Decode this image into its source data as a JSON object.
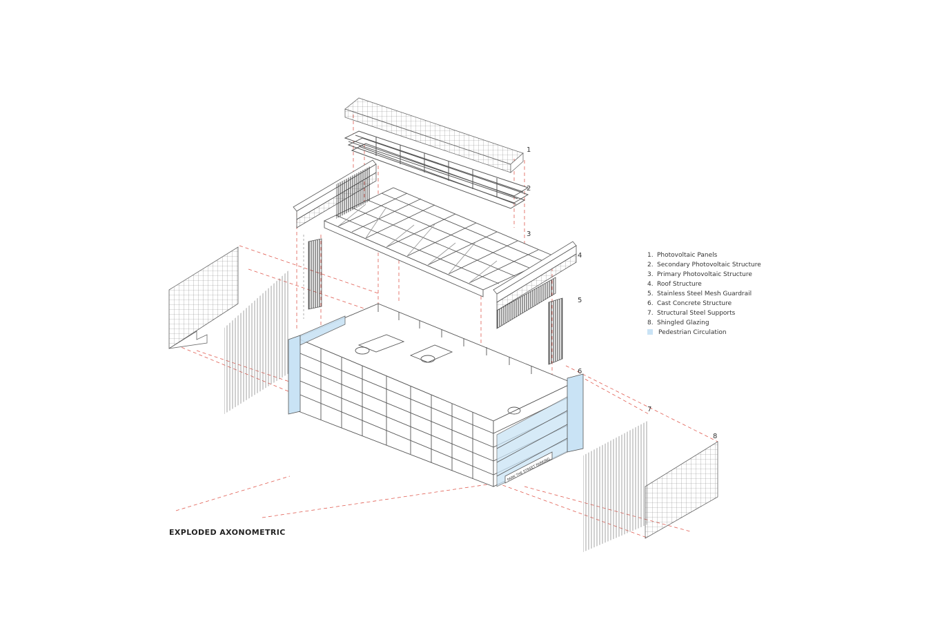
{
  "title": "EXPLODED AXONOMETRIC",
  "callouts": [
    "1",
    "2",
    "3",
    "4",
    "5",
    "6",
    "7",
    "8"
  ],
  "legend": [
    {
      "num": "1.",
      "label": "Photovoltaic Panels"
    },
    {
      "num": "2.",
      "label": "Secondary Photovoltaic Structure"
    },
    {
      "num": "3.",
      "label": "Primary Photovoltaic Structure"
    },
    {
      "num": "4.",
      "label": "Roof Structure"
    },
    {
      "num": "5.",
      "label": "Stainless Steel Mesh Guardrail"
    },
    {
      "num": "6.",
      "label": "Cast Concrete Structure"
    },
    {
      "num": "7.",
      "label": "Structural Steel Supports"
    },
    {
      "num": "8.",
      "label": "Shingled Glazing"
    },
    {
      "num": "",
      "label": "Pedestrian Circulation",
      "swatch": true
    }
  ],
  "signage": "PARK THE STREET PARKING",
  "colors": {
    "linework": "#555555",
    "light_linework": "#9a9a9a",
    "exploded_guides": "#e05a4f",
    "pedestrian_circulation": "#c9e3f5"
  }
}
